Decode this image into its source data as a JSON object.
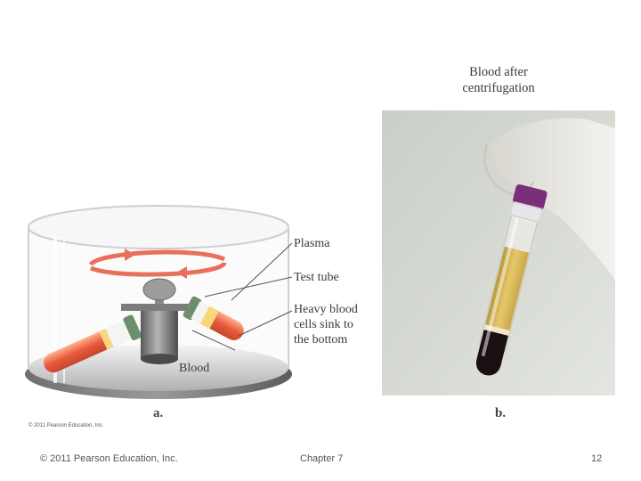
{
  "photo": {
    "title_line1": "Blood after",
    "title_line2": "centrifugation",
    "panel_letter": "b."
  },
  "diagram": {
    "panel_letter": "a.",
    "labels": {
      "plasma": "Plasma",
      "test_tube": "Test tube",
      "heavy_line1": "Heavy blood",
      "heavy_line2": "cells sink to",
      "heavy_line3": "the bottom",
      "blood": "Blood"
    },
    "copyright": "© 2011 Pearson Education, Inc."
  },
  "footer": {
    "left": "© 2011 Pearson Education, Inc.",
    "center": "Chapter 7",
    "right": "12"
  },
  "colors": {
    "rotation_arrow": "#e8705a",
    "plasma": "#f6d77a",
    "blood": "#e85a3c",
    "dark_blood": "#1a1012",
    "cap": "#7a2f7a",
    "background": "#d9ddd6"
  }
}
